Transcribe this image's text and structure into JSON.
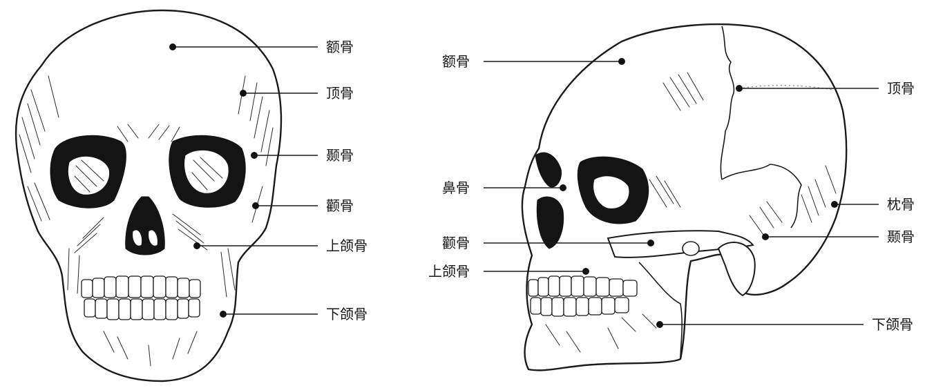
{
  "front_view": {
    "labels": {
      "frontal": "额骨",
      "parietal": "顶骨",
      "temporal": "颞骨",
      "zygomatic": "颧骨",
      "maxilla": "上颌骨",
      "mandible": "下颌骨"
    }
  },
  "side_view": {
    "labels": {
      "frontal": "额骨",
      "parietal": "顶骨",
      "nasal": "鼻骨",
      "occipital": "枕骨",
      "zygomatic": "颧骨",
      "temporal": "颞骨",
      "maxilla": "上颌骨",
      "mandible": "下颌骨"
    }
  }
}
